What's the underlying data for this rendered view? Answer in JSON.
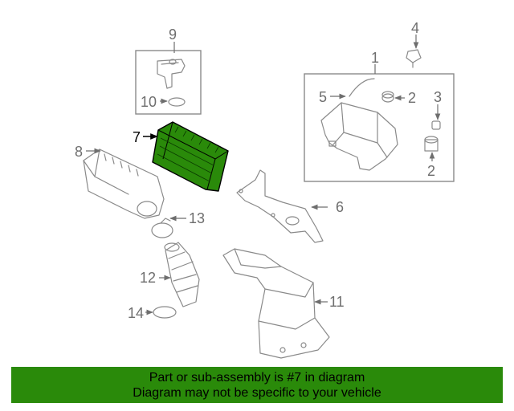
{
  "callouts": {
    "c1": "1",
    "c2a": "2",
    "c2b": "2",
    "c3": "3",
    "c4": "4",
    "c5": "5",
    "c6": "6",
    "c7": "7",
    "c8": "8",
    "c9": "9",
    "c10": "10",
    "c11": "11",
    "c12": "12",
    "c13": "13",
    "c14": "14"
  },
  "highlight_color": "#2a8a0a",
  "banner": {
    "line1": "Part or sub-assembly is #7 in diagram",
    "line2": "Diagram may not be specific to your vehicle"
  }
}
